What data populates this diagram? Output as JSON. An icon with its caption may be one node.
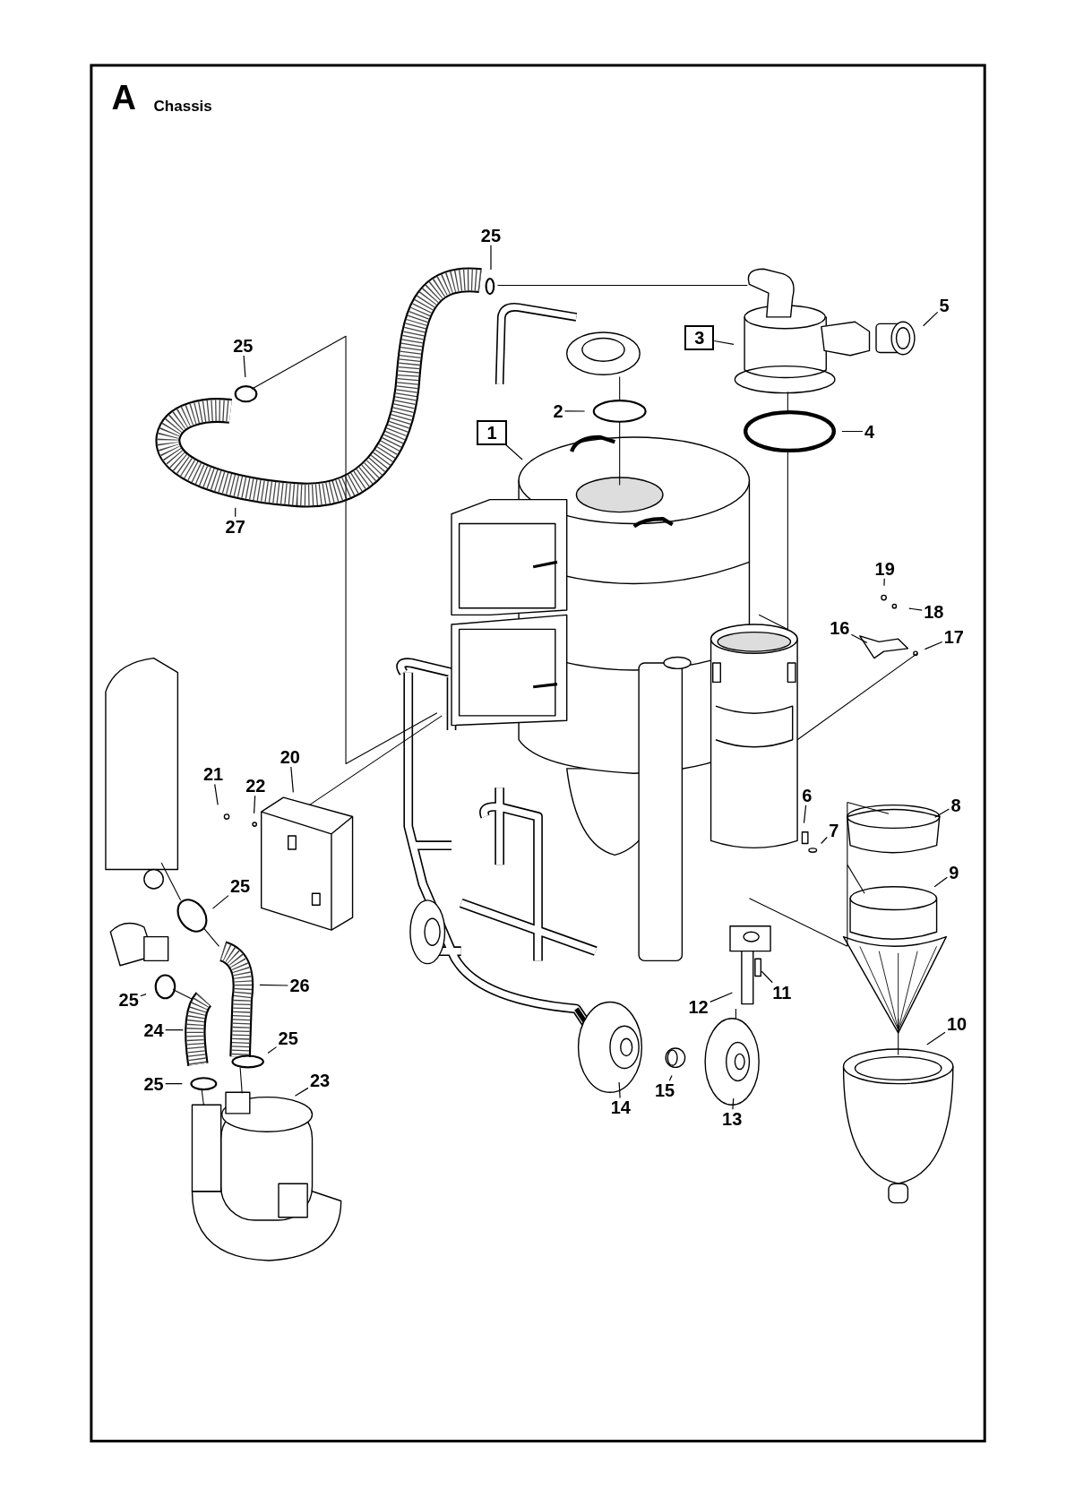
{
  "diagram": {
    "title": "Chassis",
    "labels": [
      "A"
    ],
    "nodes": [
      {
        "text": [
          "25"
        ]
      },
      {
        "text": [
          "5"
        ]
      },
      {
        "text": [
          "3"
        ]
      },
      {
        "text": [
          "25"
        ]
      },
      {
        "text": [
          "2"
        ]
      },
      {
        "text": [
          "4"
        ]
      },
      {
        "text": [
          "1"
        ]
      },
      {
        "text": [
          "27"
        ]
      },
      {
        "text": [
          "19"
        ]
      },
      {
        "text": [
          "18"
        ]
      },
      {
        "text": [
          "16"
        ]
      },
      {
        "text": [
          "17"
        ]
      },
      {
        "text": [
          "20"
        ]
      },
      {
        "text": [
          "21"
        ]
      },
      {
        "text": [
          "22"
        ]
      },
      {
        "text": [
          "6"
        ]
      },
      {
        "text": [
          "8"
        ]
      },
      {
        "text": [
          "7"
        ]
      },
      {
        "text": [
          "9"
        ]
      },
      {
        "text": [
          "25"
        ]
      },
      {
        "text": [
          "26"
        ]
      },
      {
        "text": [
          "11"
        ]
      },
      {
        "text": [
          "25"
        ]
      },
      {
        "text": [
          "12"
        ]
      },
      {
        "text": [
          "10"
        ]
      },
      {
        "text": [
          "24"
        ]
      },
      {
        "text": [
          "25"
        ]
      },
      {
        "text": [
          "23"
        ]
      },
      {
        "text": [
          "25"
        ]
      },
      {
        "text": [
          "15"
        ]
      },
      {
        "text": [
          "14"
        ]
      },
      {
        "text": [
          "13"
        ]
      }
    ],
    "edges": [
      {
        "from": 0,
        "to": null,
        "arrow": "none"
      },
      {
        "from": 1,
        "to": null,
        "arrow": "none"
      },
      {
        "from": 2,
        "to": null,
        "arrow": "none"
      },
      {
        "from": 3,
        "to": null,
        "arrow": "none"
      },
      {
        "from": 4,
        "to": null,
        "arrow": "none"
      },
      {
        "from": 5,
        "to": null,
        "arrow": "none"
      },
      {
        "from": 6,
        "to": null,
        "arrow": "none"
      },
      {
        "from": 7,
        "to": null,
        "arrow": "none"
      },
      {
        "from": 8,
        "to": null,
        "arrow": "none"
      },
      {
        "from": 9,
        "to": null,
        "arrow": "none"
      },
      {
        "from": 10,
        "to": null,
        "arrow": "none"
      },
      {
        "from": 11,
        "to": null,
        "arrow": "none"
      },
      {
        "from": 12,
        "to": null,
        "arrow": "none"
      },
      {
        "from": 13,
        "to": null,
        "arrow": "none"
      },
      {
        "from": 14,
        "to": null,
        "arrow": "none"
      },
      {
        "from": 15,
        "to": null,
        "arrow": "none"
      },
      {
        "from": 16,
        "to": null,
        "arrow": "none"
      },
      {
        "from": 17,
        "to": null,
        "arrow": "none"
      },
      {
        "from": 18,
        "to": null,
        "arrow": "none"
      },
      {
        "from": 19,
        "to": null,
        "arrow": "none"
      },
      {
        "from": 20,
        "to": null,
        "arrow": "none"
      },
      {
        "from": 21,
        "to": null,
        "arrow": "none"
      },
      {
        "from": 22,
        "to": null,
        "arrow": "none"
      },
      {
        "from": 23,
        "to": null,
        "arrow": "none"
      },
      {
        "from": 24,
        "to": null,
        "arrow": "none"
      },
      {
        "from": 25,
        "to": null,
        "arrow": "none"
      },
      {
        "from": 26,
        "to": null,
        "arrow": "none"
      },
      {
        "from": 27,
        "to": null,
        "arrow": "none"
      },
      {
        "from": 28,
        "to": null,
        "arrow": "none"
      },
      {
        "from": 29,
        "to": null,
        "arrow": "none"
      },
      {
        "from": 30,
        "to": null,
        "arrow": "none"
      },
      {
        "from": 31,
        "to": null,
        "arrow": "none"
      }
    ]
  }
}
